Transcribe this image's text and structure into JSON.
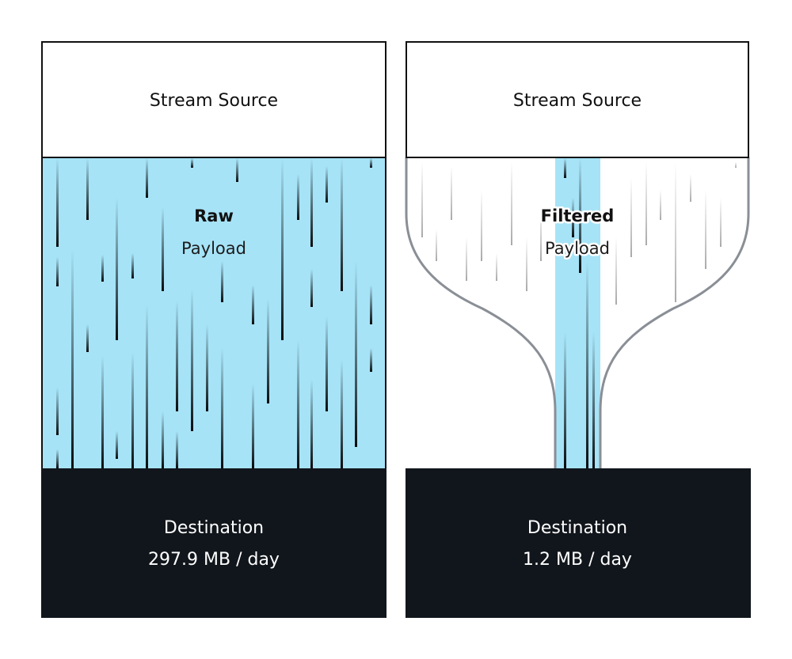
{
  "left": {
    "source": "Stream Source",
    "payload_title": "Raw",
    "payload_subtitle": "Payload",
    "destination": "Destination",
    "throughput": "297.9 MB / day"
  },
  "right": {
    "source": "Stream Source",
    "payload_title": "Filtered",
    "payload_subtitle": "Payload",
    "destination": "Destination",
    "throughput": "1.2 MB / day"
  },
  "colors": {
    "stream": "#a6e3f7",
    "destination": "#11161c",
    "funnel_outline": "#8a8f96",
    "border": "#111111"
  },
  "icons": {
    "flow_streaks": "falling-data-streaks",
    "funnel": "filter-funnel-shape"
  }
}
